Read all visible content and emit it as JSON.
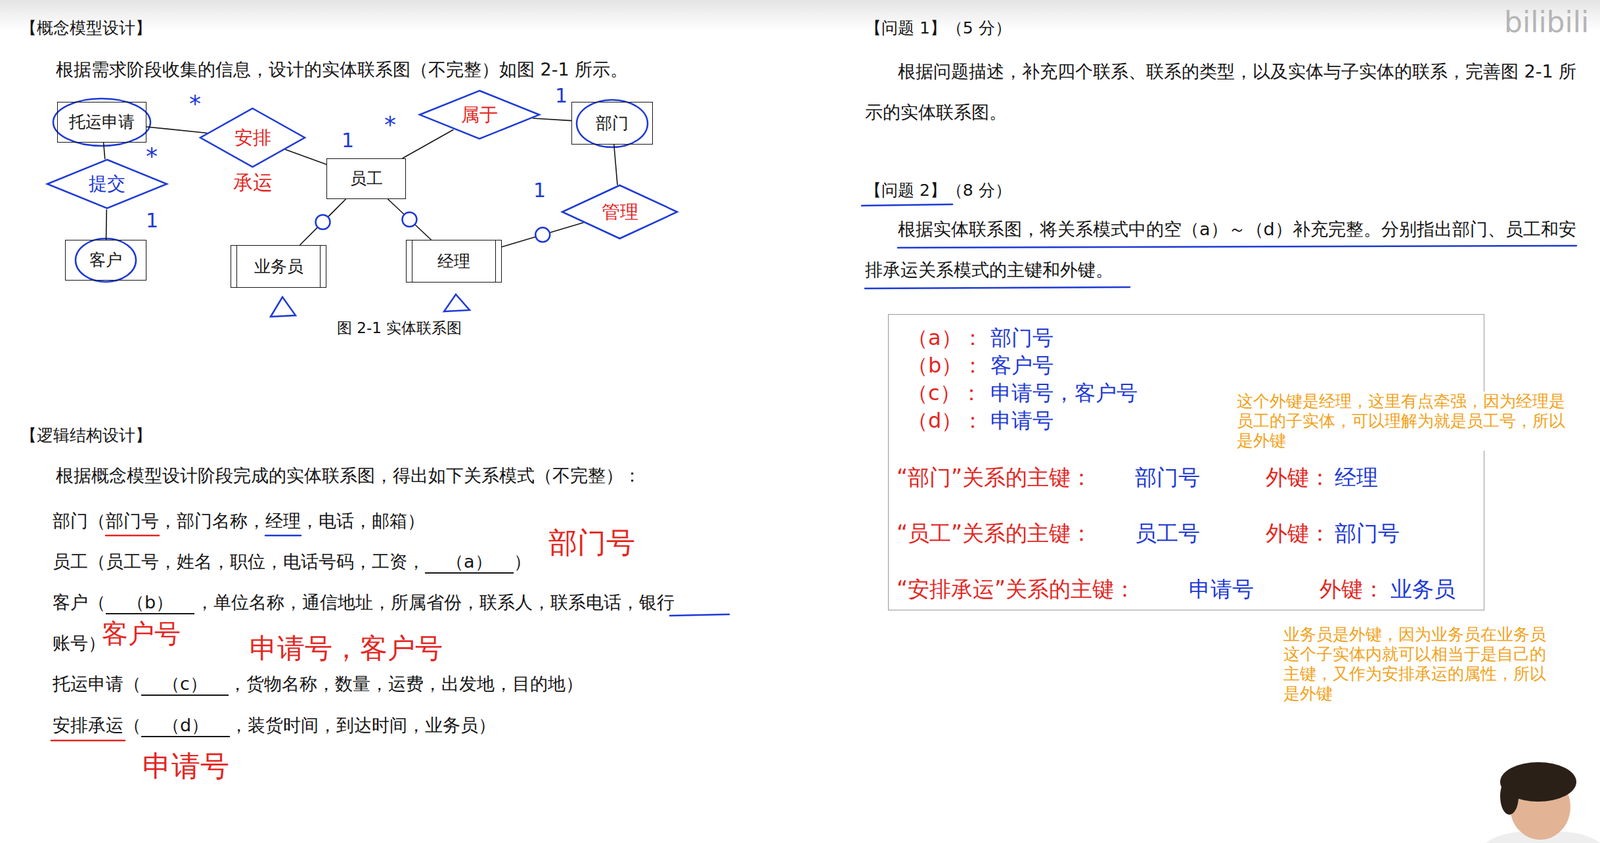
{
  "diagram": {
    "caption": "图 2-1 实体联系图",
    "nodes": [
      {
        "text": [
          "托运申请"
        ]
      },
      {
        "text": [
          "安排",
          "承运"
        ]
      },
      {
        "text": [
          "员工"
        ]
      },
      {
        "text": [
          "属于"
        ]
      },
      {
        "text": [
          "部门"
        ]
      },
      {
        "text": [
          "提交"
        ]
      },
      {
        "text": [
          "客户"
        ]
      },
      {
        "text": [
          "业务员"
        ]
      },
      {
        "text": [
          "经理"
        ]
      },
      {
        "text": [
          "管理"
        ]
      },
      {
        "text": [
          "（a）：",
          "部门号",
          "（b）：",
          "客户号",
          "（c）：",
          "申请号，客户号",
          "（d）：",
          "申请号",
          "“部门”关系的主键：",
          "部门号",
          "外键：",
          "经理",
          "“员工”关系的主键：",
          "员工号",
          "外键：",
          "部门号",
          "“安排承运”关系的主键：",
          "申请号",
          "外键：",
          "业务员"
        ]
      }
    ],
    "edges": [
      {
        "from": 0,
        "to": 1,
        "arrow": "none"
      },
      {
        "from": 1,
        "to": 2,
        "arrow": "none"
      },
      {
        "from": 0,
        "to": 5,
        "arrow": "none"
      },
      {
        "from": 5,
        "to": 6,
        "arrow": "none"
      },
      {
        "from": 2,
        "to": 3,
        "arrow": "none"
      },
      {
        "from": 3,
        "to": 4,
        "arrow": "none"
      },
      {
        "from": 2,
        "to": 7,
        "arrow": "none"
      },
      {
        "from": 2,
        "to": 8,
        "arrow": "none"
      },
      {
        "from": 8,
        "to": 9,
        "arrow": "none"
      },
      {
        "from": 9,
        "to": 4,
        "arrow": "none"
      }
    ],
    "labels": [
      "【概念模型设计】",
      "根据需求阶段收集的信息，设计的实体联系图（不完整）如图 2-1 所示。",
      "*",
      "1",
      "*",
      "1",
      "*",
      "1",
      "1",
      "【逻辑结构设计】",
      "根据概念模型设计阶段完成的实体联系图，得出如下关系模式（不完整）：",
      "部门（部门号，部门名称，经理，电话，邮箱）",
      "员工（员工号，姓名，职位，电话号码，工资，",
      "（a）",
      "）",
      "客户（",
      "（b）",
      "，单位名称，通信地址，所属省份，联系人，联系电话，银行账号）",
      "托运申请（",
      "（c）",
      "，货物名称，数量，运费，出发地，目的地）",
      "安排承运（",
      "（d）",
      "，装货时间，到达时间，业务员）",
      "部门号",
      "客户号",
      "申请号，客户号",
      "申请号",
      "【问题 1】（5 分）",
      "根据问题描述，补充四个联系、联系的类型，以及实体与子实体的联系，完善图 2-1 所示的实体联系图。",
      "【问题 2】（8 分）",
      "根据实体联系图，将关系模式中的空（a）～（d）补充完整。分别指出部门、员工和安排承运关系模式的主键和外键。",
      "这个外键是经理，这里有点牵强，因为经理是员工的子实体，可以理解为就是员工号，所以是外键",
      "业务员是外键，因为业务员在业务员这个子实体内就可以相当于是自己的主键，又作为安排承运的属性，所以是外键",
      "bilibili"
    ]
  }
}
